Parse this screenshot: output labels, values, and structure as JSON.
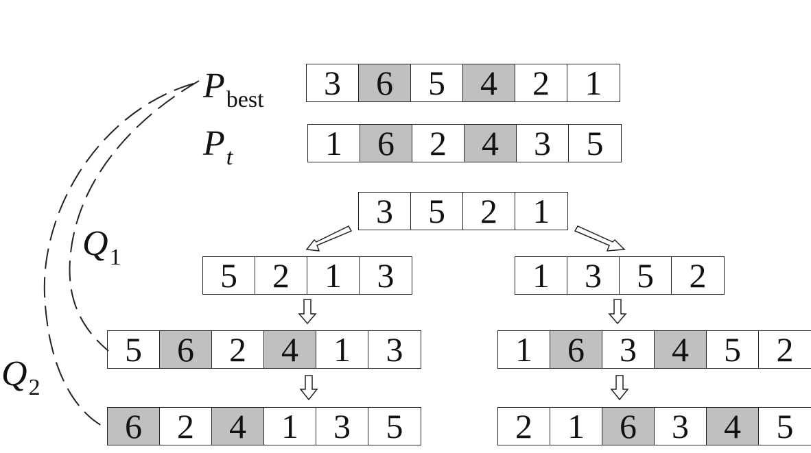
{
  "labels": {
    "pbest": {
      "main": "P",
      "sub": "best"
    },
    "pt": {
      "main": "P",
      "sub": "t"
    },
    "q1": {
      "main": "Q",
      "sub": "1"
    },
    "q2": {
      "main": "Q",
      "sub": "2"
    }
  },
  "rows": {
    "pbest": {
      "cells": [
        "3",
        "6",
        "5",
        "4",
        "2",
        "1"
      ],
      "highlight": [
        1,
        3
      ]
    },
    "pt": {
      "cells": [
        "1",
        "6",
        "2",
        "4",
        "3",
        "5"
      ],
      "highlight": [
        1,
        3
      ]
    },
    "subseq": {
      "cells": [
        "3",
        "5",
        "2",
        "1"
      ],
      "highlight": []
    },
    "left_shift": {
      "cells": [
        "5",
        "2",
        "1",
        "3"
      ],
      "highlight": []
    },
    "right_shift": {
      "cells": [
        "1",
        "3",
        "5",
        "2"
      ],
      "highlight": []
    },
    "left_insert": {
      "cells": [
        "5",
        "6",
        "2",
        "4",
        "1",
        "3"
      ],
      "highlight": [
        1,
        3
      ]
    },
    "right_insert": {
      "cells": [
        "1",
        "6",
        "3",
        "4",
        "5",
        "2"
      ],
      "highlight": [
        1,
        3
      ]
    },
    "left_final": {
      "cells": [
        "6",
        "2",
        "4",
        "1",
        "3",
        "5"
      ],
      "highlight": [
        0,
        2
      ]
    },
    "right_final": {
      "cells": [
        "2",
        "1",
        "6",
        "3",
        "4",
        "5"
      ],
      "highlight": [
        2,
        4
      ]
    }
  },
  "colors": {
    "highlight": "#c0c0c0",
    "line": "#222222"
  }
}
